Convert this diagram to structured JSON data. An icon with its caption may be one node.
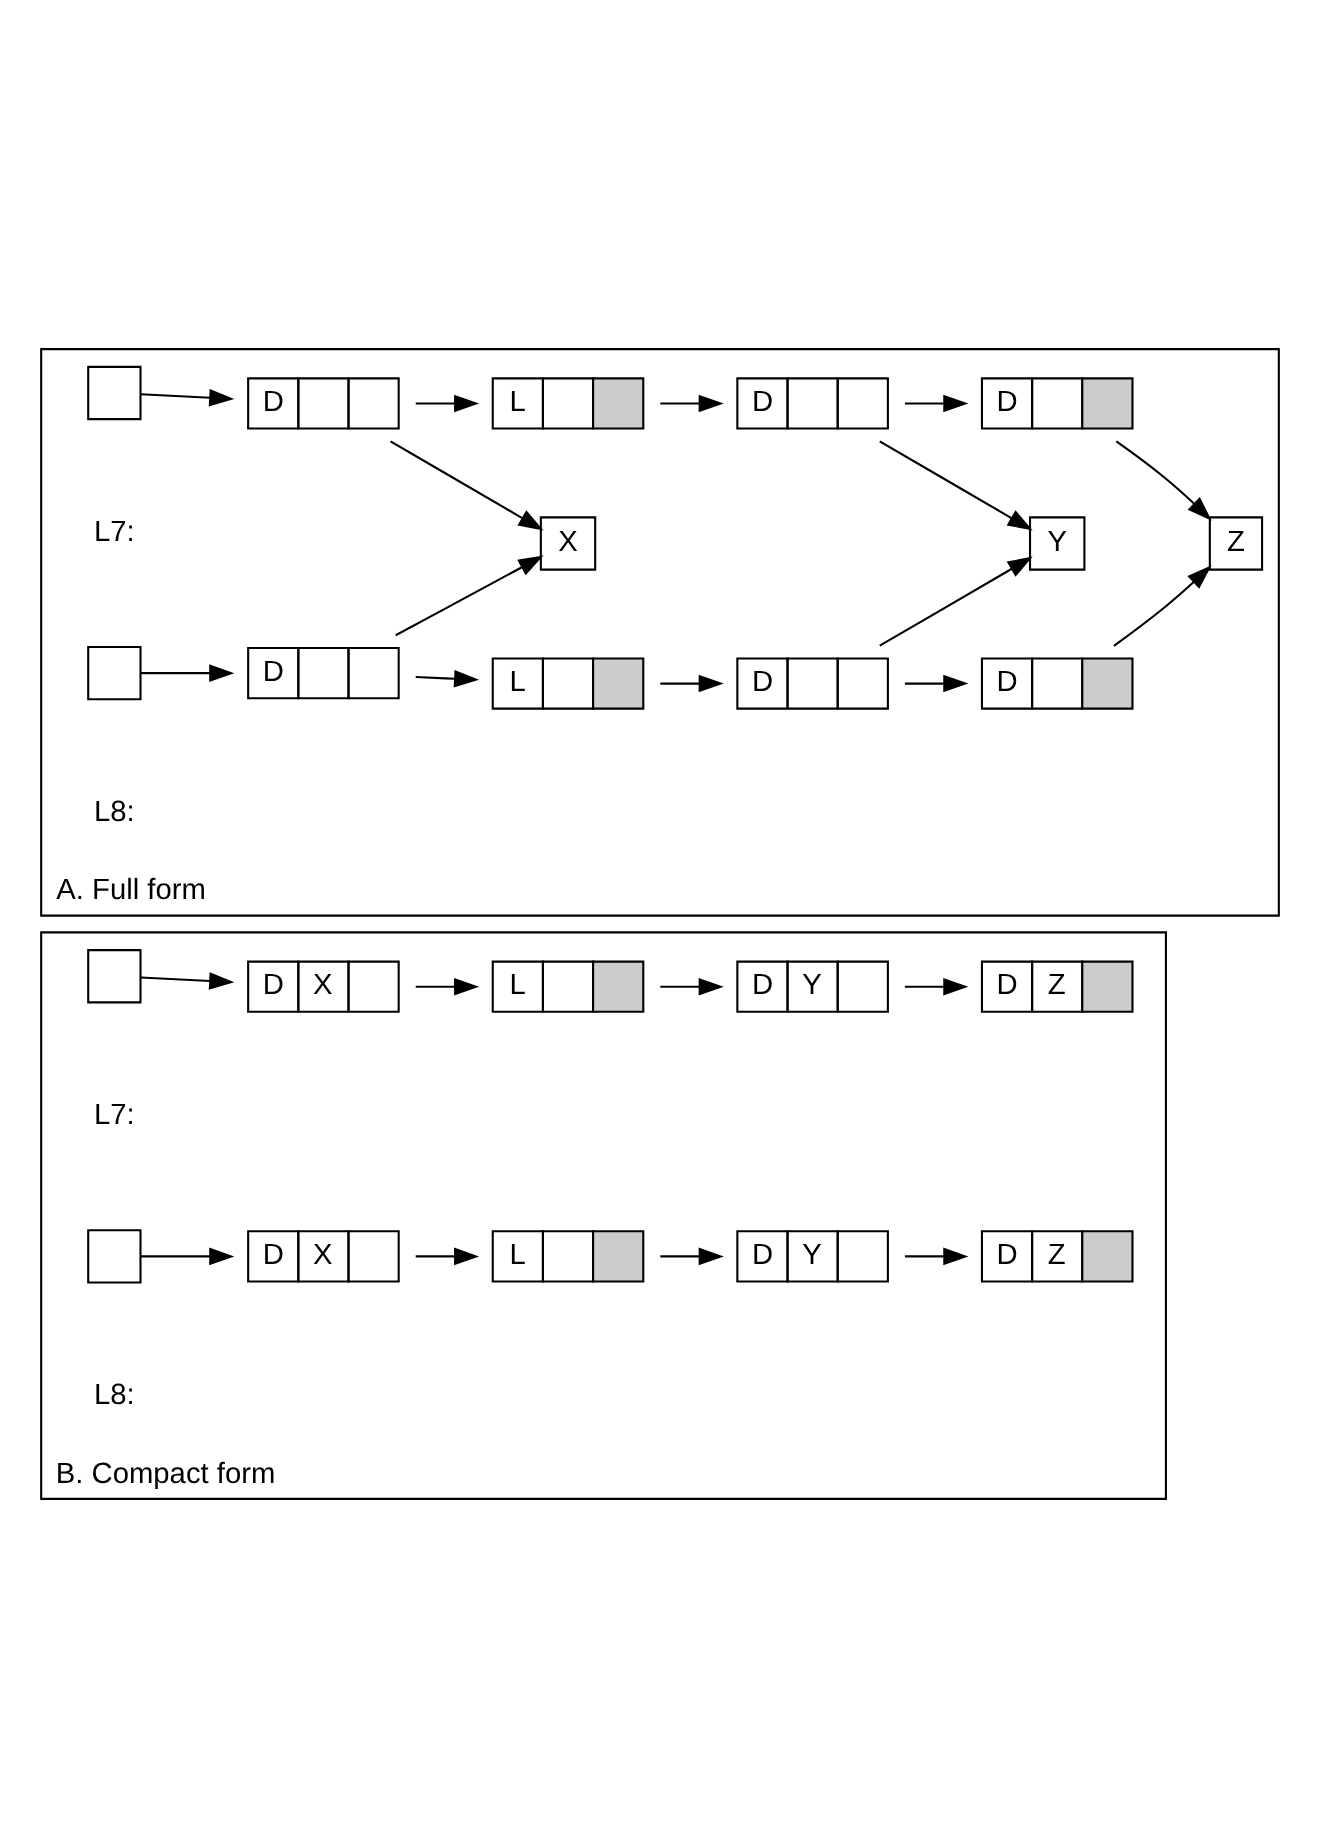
{
  "diagram": {
    "nodes": [
      {
        "text": [
          "A. Full form"
        ]
      },
      {
        "text": [],
        "shape": "box",
        "in": 0
      },
      {
        "text": [
          "D"
        ],
        "in": 0
      },
      {
        "text": [
          "L"
        ],
        "in": 0
      },
      {
        "text": [
          "X"
        ],
        "in": 0
      },
      {
        "text": [
          "D"
        ],
        "in": 0
      },
      {
        "text": [
          "D"
        ],
        "in": 0
      },
      {
        "text": [
          "Y"
        ],
        "in": 0
      },
      {
        "text": [
          "Z"
        ],
        "in": 0
      },
      {
        "text": [
          "D"
        ],
        "in": 0
      },
      {
        "text": [
          "D"
        ],
        "in": 0
      },
      {
        "text": [],
        "shape": "box",
        "in": 0
      },
      {
        "text": [
          "D"
        ],
        "in": 0
      },
      {
        "text": [
          "L"
        ],
        "in": 0
      },
      {
        "text": [
          "B. Compact form"
        ]
      },
      {
        "text": [],
        "shape": "box",
        "in": 14
      },
      {
        "text": [
          "D",
          "X"
        ],
        "in": 14
      },
      {
        "text": [
          "L"
        ],
        "in": 14
      },
      {
        "text": [
          "D",
          "Y"
        ],
        "in": 14
      },
      {
        "text": [
          "D",
          "Z"
        ],
        "in": 14
      },
      {
        "text": [
          "D",
          "Y"
        ],
        "in": 14
      },
      {
        "text": [
          "D",
          "Z"
        ],
        "in": 14
      },
      {
        "text": [],
        "shape": "box",
        "in": 14
      },
      {
        "text": [
          "D",
          "X"
        ],
        "in": 14
      },
      {
        "text": [
          "L"
        ],
        "in": 14
      }
    ],
    "edges": [
      {
        "from": 1,
        "to": 2,
        "arrow": "to"
      },
      {
        "from": 2,
        "to": 3,
        "arrow": "to"
      },
      {
        "from": 2,
        "to": 4,
        "arrow": "to"
      },
      {
        "from": 3,
        "to": 5,
        "arrow": "to"
      },
      {
        "from": 5,
        "to": 6,
        "arrow": "to"
      },
      {
        "from": 5,
        "to": 7,
        "arrow": "to"
      },
      {
        "from": 6,
        "to": 8,
        "arrow": "to"
      },
      {
        "from": 9,
        "to": 7,
        "arrow": "to"
      },
      {
        "from": 10,
        "to": 8,
        "arrow": "to"
      },
      {
        "from": 9,
        "to": 10,
        "arrow": "to"
      },
      {
        "from": 11,
        "to": 12,
        "arrow": "to"
      },
      {
        "from": 12,
        "to": 4,
        "arrow": "to"
      },
      {
        "from": 12,
        "to": 13,
        "arrow": "to"
      },
      {
        "from": 13,
        "to": 9,
        "arrow": "to"
      },
      {
        "from": 15,
        "to": 16,
        "arrow": "to"
      },
      {
        "from": 16,
        "to": 17,
        "arrow": "to"
      },
      {
        "from": 17,
        "to": 18,
        "arrow": "to"
      },
      {
        "from": 18,
        "to": 19,
        "arrow": "to"
      },
      {
        "from": 20,
        "to": 21,
        "arrow": "to"
      },
      {
        "from": 22,
        "to": 23,
        "arrow": "to"
      },
      {
        "from": 23,
        "to": 24,
        "arrow": "to"
      },
      {
        "from": 24,
        "to": 20,
        "arrow": "to"
      }
    ],
    "labels": [
      "L7:",
      "L8:",
      "L7:",
      "L8:"
    ]
  }
}
